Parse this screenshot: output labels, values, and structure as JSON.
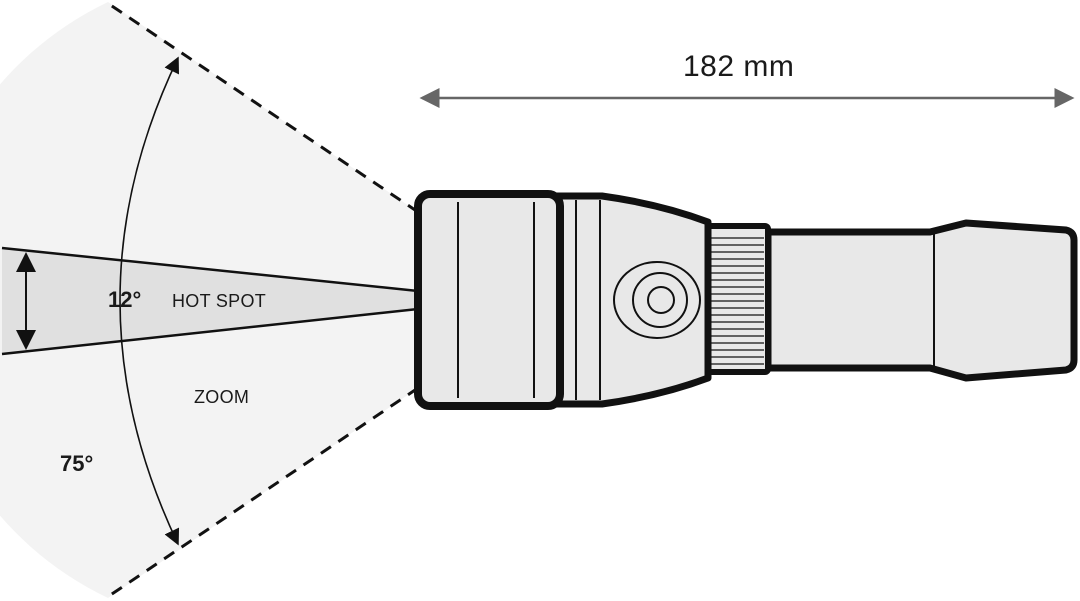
{
  "length": {
    "label": "182 mm"
  },
  "beam": {
    "hot_spot": {
      "angle": "12°",
      "label": "HOT SPOT"
    },
    "zoom": {
      "angle": "75°",
      "label": "ZOOM"
    }
  },
  "colors": {
    "outline": "#111111",
    "body_fill": "#e8e8e8",
    "zoom_beam_fill": "#f3f3f3",
    "hot_spot_fill": "#e0e0e0",
    "dimension_line": "#666666"
  }
}
